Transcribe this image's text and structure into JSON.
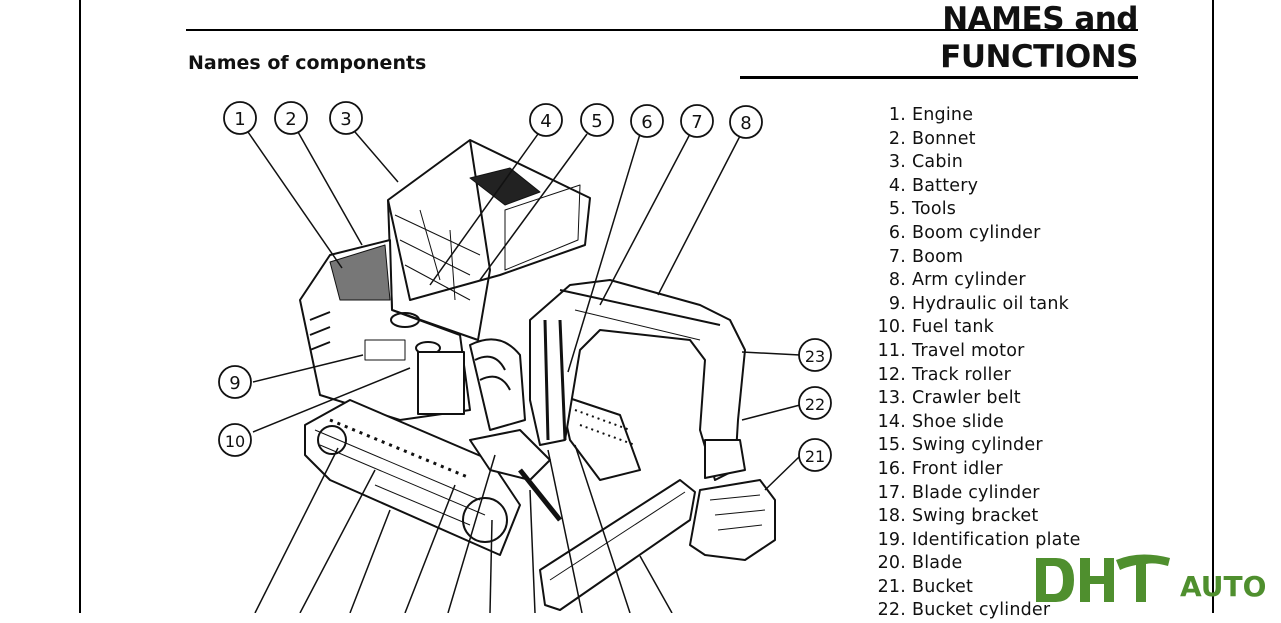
{
  "header": {
    "title": "NAMES and FUNCTIONS"
  },
  "section": {
    "title": "Names of components"
  },
  "callouts": [
    "1",
    "2",
    "3",
    "4",
    "5",
    "6",
    "7",
    "8",
    "9",
    "10",
    "21",
    "22",
    "23"
  ],
  "components": [
    {
      "num": "1.",
      "name": "Engine"
    },
    {
      "num": "2.",
      "name": "Bonnet"
    },
    {
      "num": "3.",
      "name": "Cabin"
    },
    {
      "num": "4.",
      "name": "Battery"
    },
    {
      "num": "5.",
      "name": "Tools"
    },
    {
      "num": "6.",
      "name": "Boom cylinder"
    },
    {
      "num": "7.",
      "name": "Boom"
    },
    {
      "num": "8.",
      "name": "Arm cylinder"
    },
    {
      "num": "9.",
      "name": "Hydraulic oil tank"
    },
    {
      "num": "10.",
      "name": "Fuel tank"
    },
    {
      "num": "11.",
      "name": "Travel motor"
    },
    {
      "num": "12.",
      "name": "Track roller"
    },
    {
      "num": "13.",
      "name": "Crawler belt"
    },
    {
      "num": "14.",
      "name": "Shoe slide"
    },
    {
      "num": "15.",
      "name": "Swing cylinder"
    },
    {
      "num": "16.",
      "name": "Front idler"
    },
    {
      "num": "17.",
      "name": "Blade cylinder"
    },
    {
      "num": "18.",
      "name": "Swing bracket"
    },
    {
      "num": "19.",
      "name": "Identification plate"
    },
    {
      "num": "20.",
      "name": "Blade"
    },
    {
      "num": "21.",
      "name": "Bucket"
    },
    {
      "num": "22.",
      "name": "Bucket cylinder"
    }
  ],
  "watermark": {
    "text": "AUTO"
  },
  "colors": {
    "ink": "#111111",
    "watermark": "#4f8f2e"
  }
}
